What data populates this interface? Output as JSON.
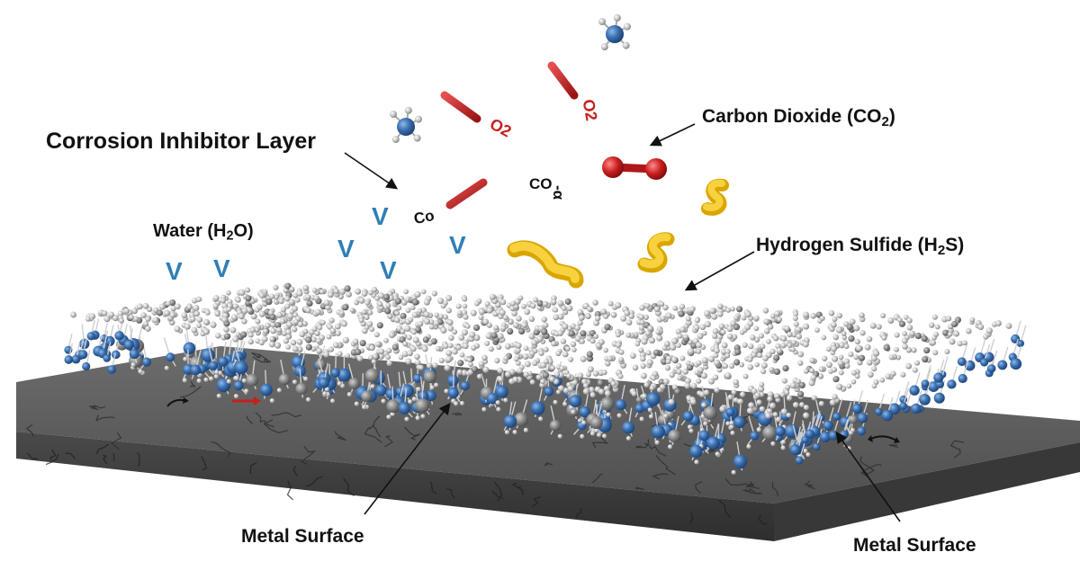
{
  "labels": {
    "inhibitor_layer": "Corrosion Inhibitor Layer",
    "co2": {
      "prefix": "Carbon Dioxide (CO",
      "sub": "2",
      "suffix": ")"
    },
    "water": {
      "prefix": "Water (H",
      "sub": "2",
      "suffix": "O)"
    },
    "h2s": {
      "prefix": "Hydrogen Sulfide (H",
      "sub": "2",
      "suffix": "S)"
    },
    "metal_surface_left": "Metal Surface",
    "metal_surface_right": "Metal Surface"
  },
  "molecule_labels": {
    "o2_left": "O2",
    "o2_right": "O2",
    "co_left": "Co",
    "co_center": "CO",
    "co_center_glyph": "-α"
  },
  "water_glyph": "V",
  "colors": {
    "oxygen": "#c81e1e",
    "sulfur": "#f0c419",
    "nitrogen": "#3a6fb0",
    "water_v": "#2f7fb5",
    "metal": "#5c5c5c",
    "metal_side": "#3f3f3f",
    "carbon": "#8a8a8a",
    "hydrogen": "#e6e6e6"
  }
}
